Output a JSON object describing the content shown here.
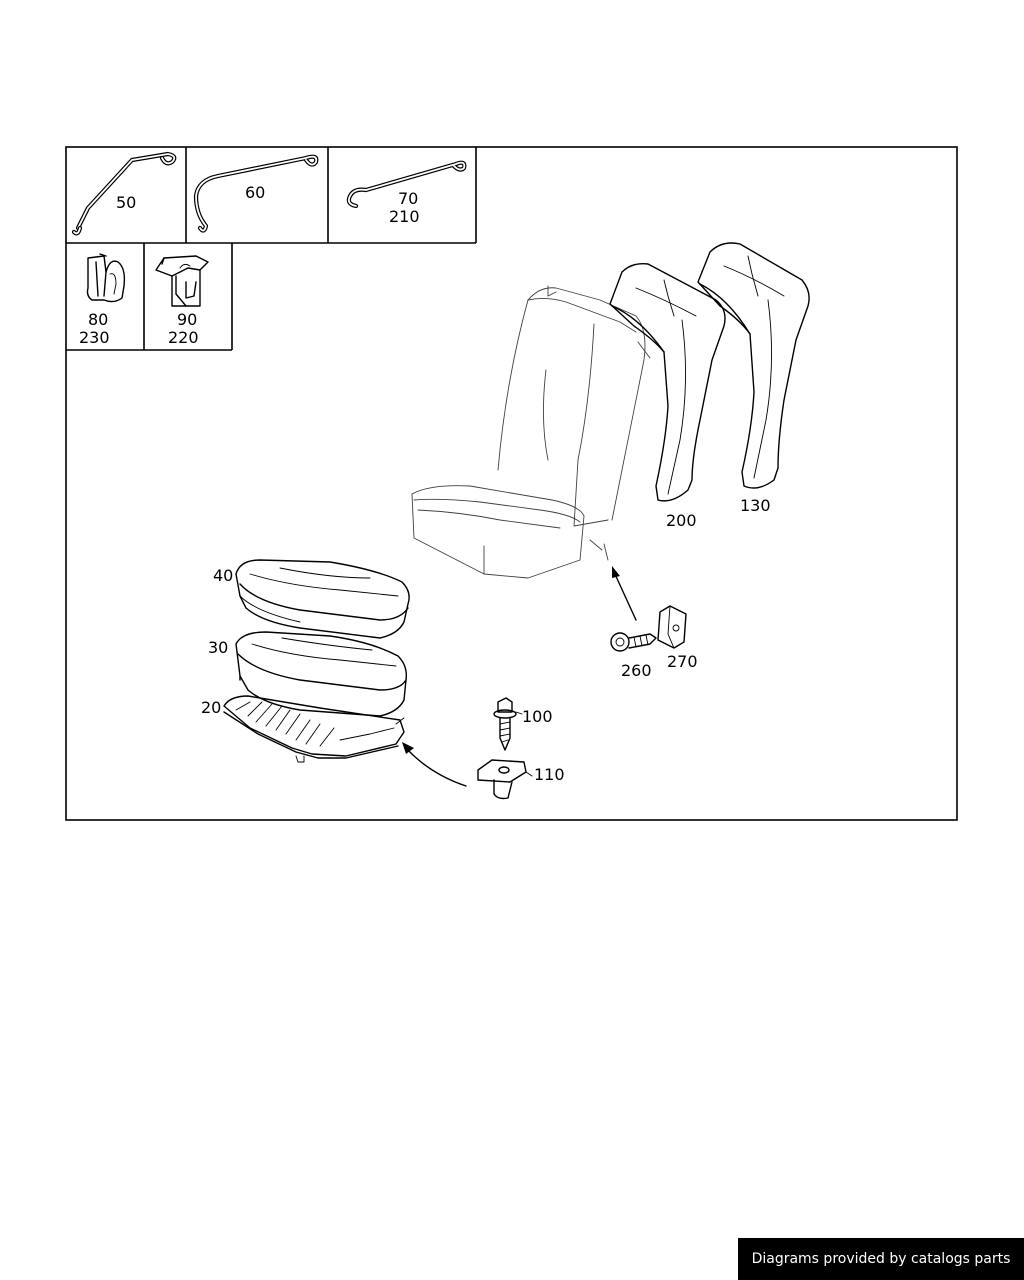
{
  "inset_labels": {
    "p50": "50",
    "p60": "60",
    "p70": "70",
    "p210": "210",
    "p80": "80",
    "p230": "230",
    "p90": "90",
    "p220": "220"
  },
  "part_labels": {
    "p40": "40",
    "p30": "30",
    "p20": "20",
    "p100": "100",
    "p110": "110",
    "p260": "260",
    "p270": "270",
    "p200": "200",
    "p130": "130"
  },
  "footer": {
    "text": "Diagrams provided by catalogs parts"
  }
}
